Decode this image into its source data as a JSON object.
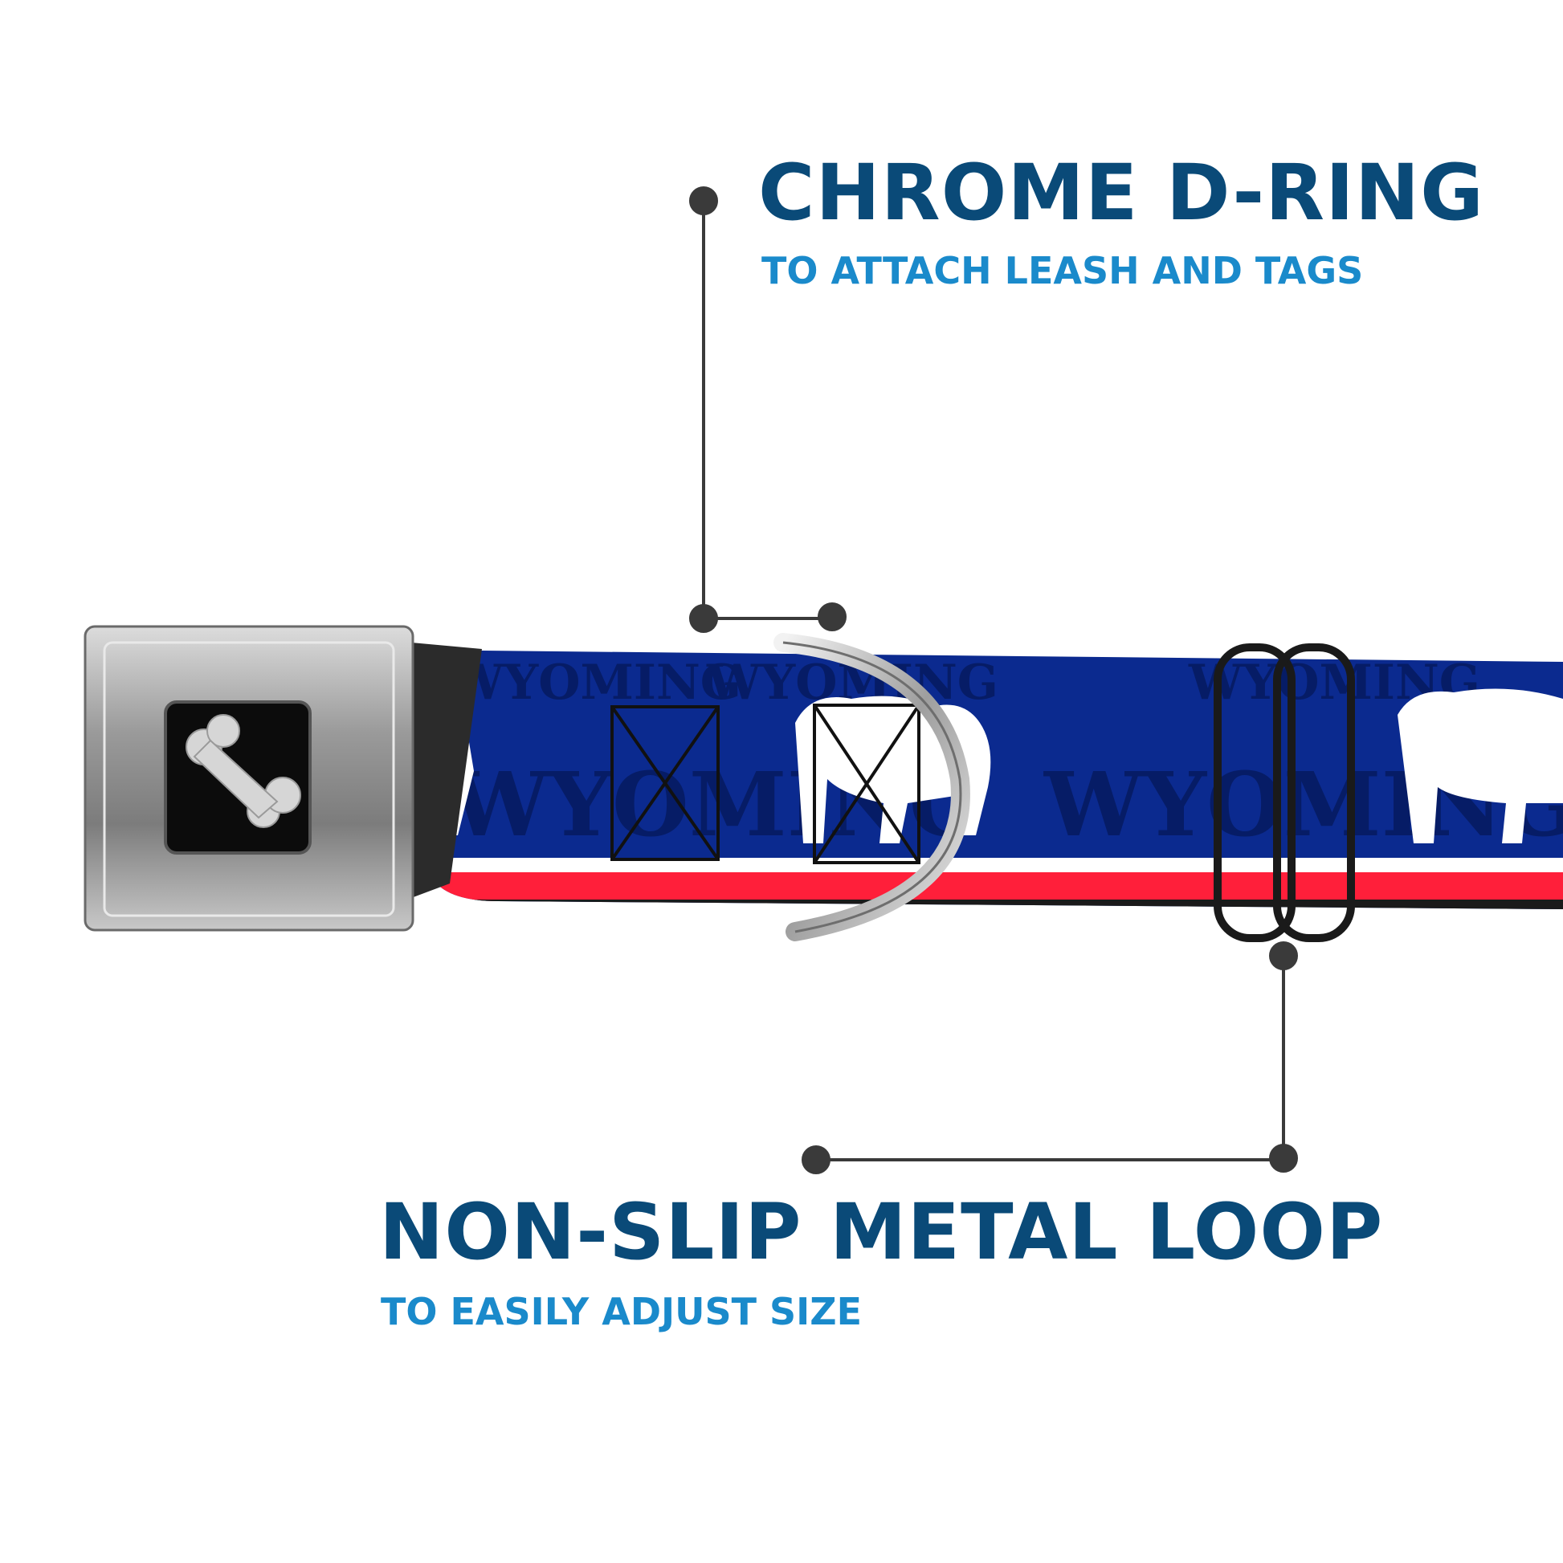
{
  "colors": {
    "heading": "#0a4a78",
    "subheading": "#1a8acb",
    "callout_line": "#3a3a3a",
    "collar_blue": "#0b2a8f",
    "collar_red": "#ff1f3a",
    "collar_white": "#ffffff"
  },
  "callouts": {
    "d_ring": {
      "title": "CHROME D-RING",
      "subtitle": "TO ATTACH LEASH AND TAGS"
    },
    "loop": {
      "title": "NON-SLIP METAL LOOP",
      "subtitle": "TO EASILY ADJUST SIZE"
    }
  },
  "collar": {
    "print_text": "WYOMING",
    "buckle_icon": "bone-icon",
    "ring_icon": "d-ring-icon",
    "slider_icon": "metal-loop-icon"
  }
}
